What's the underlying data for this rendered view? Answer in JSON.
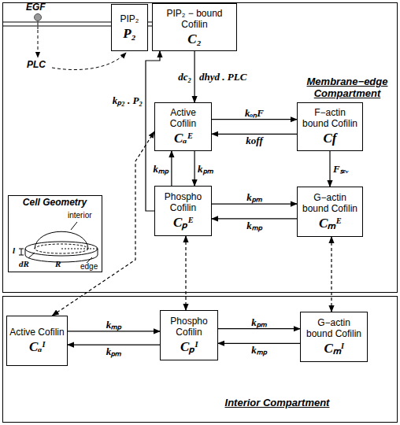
{
  "diagram": {
    "nodes": [
      {
        "text": [
          "Membrane−edge Compartment"
        ]
      },
      {
        "text": [
          "PIP₂",
          "P₂"
        ],
        "in": 0
      },
      {
        "text": [
          "PIP₂ − bound Cofilin",
          "C₂"
        ],
        "in": 0
      },
      {
        "text": [
          "Active Cofilin",
          "Cₐᴱ"
        ],
        "in": 0
      },
      {
        "text": [
          "F−actin bound Cofilin",
          "Cf"
        ],
        "in": 0
      },
      {
        "text": [
          "Phospho Cofilin",
          "Cₚᴱ"
        ],
        "in": 0
      },
      {
        "text": [
          "G−actin bound Cofilin",
          "Cₘᴱ"
        ],
        "in": 0
      },
      {
        "text": [
          "Cell Geometry"
        ],
        "in": 0
      },
      {
        "text": [
          "Interior Compartment"
        ]
      },
      {
        "text": [
          "Active Cofilin",
          "Cₐᴵ"
        ],
        "in": 8
      },
      {
        "text": [
          "Phospho Cofilin",
          "Cₚᴵ"
        ],
        "in": 8
      },
      {
        "text": [
          "G−actin bound Cofilin",
          "Cₘᴵ"
        ],
        "in": 8
      }
    ],
    "edges": [
      {
        "from": 2,
        "to": 3,
        "arrow": "to",
        "label": "dc₂"
      },
      {
        "from": 3,
        "to": 4,
        "arrow": "to",
        "label": "kₒₙF"
      },
      {
        "from": 4,
        "to": 3,
        "arrow": "to",
        "label": "koff"
      },
      {
        "from": 4,
        "to": 6,
        "arrow": "to",
        "label": "Fₛₑᵥ"
      },
      {
        "from": 5,
        "to": 3,
        "arrow": "to",
        "label": "kₘₚ"
      },
      {
        "from": 3,
        "to": 5,
        "arrow": "to",
        "label": "kₚₘ"
      },
      {
        "from": 5,
        "to": 6,
        "arrow": "to",
        "label": "kₚₘ"
      },
      {
        "from": 6,
        "to": 5,
        "arrow": "to",
        "label": "kₘₚ"
      },
      {
        "from": 5,
        "to": 2,
        "arrow": "to",
        "label": "kₚ₂ . P₂"
      },
      {
        "from": 5,
        "to": 10,
        "arrow": "both"
      },
      {
        "from": 6,
        "to": 11,
        "arrow": "both"
      },
      {
        "from": 9,
        "to": 3,
        "arrow": "both"
      },
      {
        "from": 9,
        "to": 10,
        "arrow": "to",
        "label": "kₘₚ"
      },
      {
        "from": 10,
        "to": 9,
        "arrow": "to",
        "label": "kₚₘ"
      },
      {
        "from": 10,
        "to": 11,
        "arrow": "to",
        "label": "kₚₘ"
      },
      {
        "from": 11,
        "to": 10,
        "arrow": "to",
        "label": "kₘₚ"
      }
    ],
    "labels": [
      "EGF",
      "PLC",
      "dhyd . PLC",
      "interior",
      "edge",
      "l",
      "dR",
      "R"
    ]
  }
}
